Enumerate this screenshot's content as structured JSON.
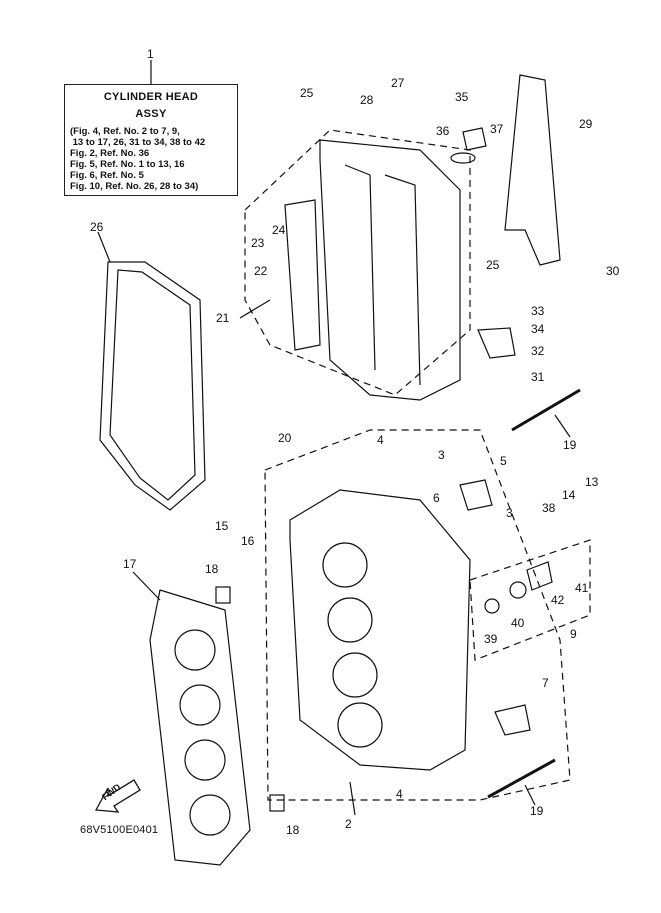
{
  "legend": {
    "title_line1": "CYLINDER HEAD",
    "title_line2": "ASSY",
    "refs": [
      "(Fig. 4, Ref. No. 2 to 7, 9,",
      " 13 to 17, 26, 31 to 34, 38 to 42",
      "Fig. 2, Ref. No. 36",
      "Fig. 5, Ref. No. 1 to 13, 16",
      "Fig. 6, Ref. No. 5",
      "Fig. 10, Ref. No. 26, 28 to 34)"
    ]
  },
  "callouts": {
    "c1": "1",
    "c2": "2",
    "c3a": "3",
    "c3b": "3",
    "c4a": "4",
    "c4b": "4",
    "c5": "5",
    "c6": "6",
    "c7": "7",
    "c9": "9",
    "c13": "13",
    "c14": "14",
    "c15": "15",
    "c16": "16",
    "c17": "17",
    "c18a": "18",
    "c18b": "18",
    "c19a": "19",
    "c19b": "19",
    "c20": "20",
    "c21": "21",
    "c22": "22",
    "c23": "23",
    "c24": "24",
    "c25a": "25",
    "c25b": "25",
    "c26": "26",
    "c27": "27",
    "c28": "28",
    "c29": "29",
    "c30": "30",
    "c31": "31",
    "c32": "32",
    "c33": "33",
    "c34": "34",
    "c35": "35",
    "c36": "36",
    "c37": "37",
    "c38": "38",
    "c39": "39",
    "c40": "40",
    "c41": "41",
    "c42": "42"
  },
  "fwd_label": "FWD",
  "part_code": "68V5100E0401"
}
